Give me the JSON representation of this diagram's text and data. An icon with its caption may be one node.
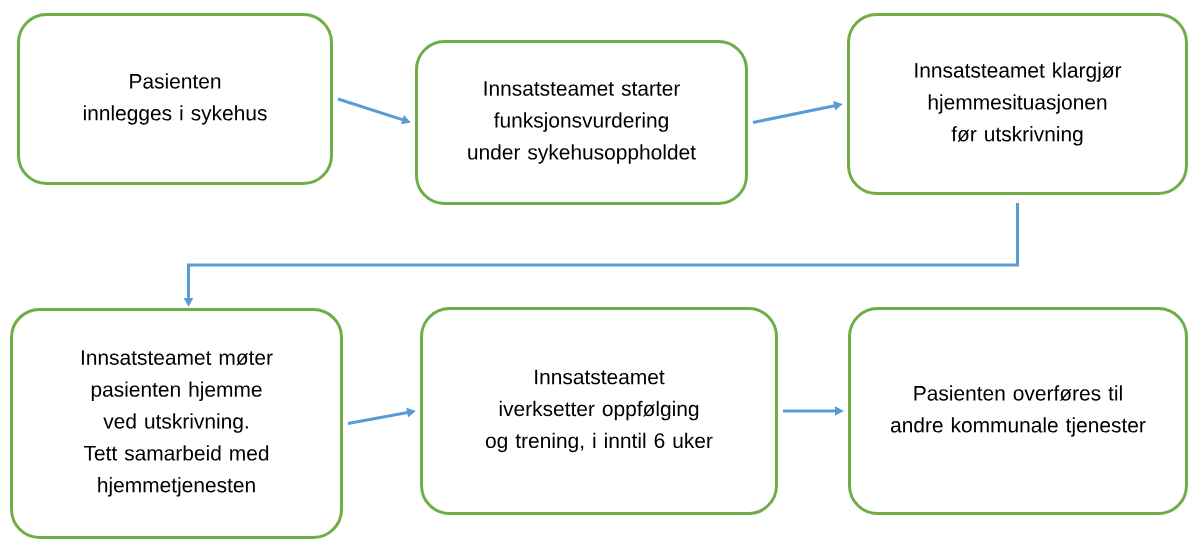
{
  "diagram": {
    "nodes": [
      {
        "text": [
          "Pasienten innlegges i sykehus"
        ]
      },
      {
        "text": [
          "Innsatsteamet starter funksjonsvurdering under sykehusoppholdet"
        ]
      },
      {
        "text": [
          "Innsatsteamet klargjør hjemmesituasjonen før utskrivning"
        ]
      },
      {
        "text": [
          "Innsatsteamet møter pasienten hjemme ved utskrivning. Tett samarbeid med hjemmetjenesten"
        ]
      },
      {
        "text": [
          "Innsatsteamet iverksetter oppfølging og trening, i inntil 6 uker"
        ]
      },
      {
        "text": [
          "Pasienten overføres til andre kommunale tjenester"
        ]
      }
    ],
    "edges": [
      {
        "from": 0,
        "to": 1,
        "arrow": "to"
      },
      {
        "from": 1,
        "to": 2,
        "arrow": "to"
      },
      {
        "from": 2,
        "to": 3,
        "arrow": "to"
      },
      {
        "from": 3,
        "to": 4,
        "arrow": "to"
      },
      {
        "from": 4,
        "to": 5,
        "arrow": "to"
      }
    ]
  }
}
